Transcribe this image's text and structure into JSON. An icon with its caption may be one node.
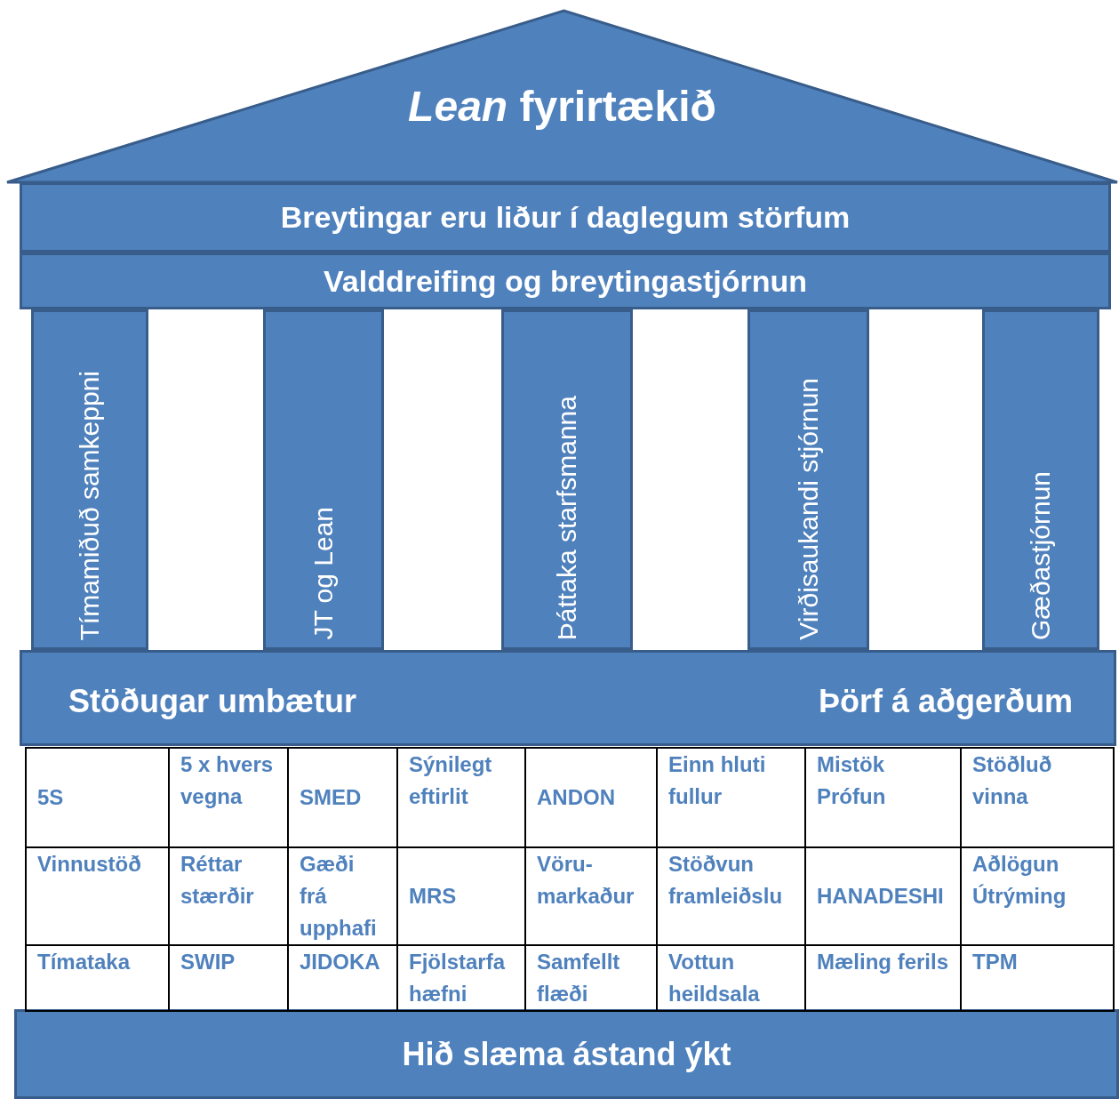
{
  "diagram": {
    "nodes": [
      {
        "text": [
          "*Lean* fyrirtækið"
        ]
      },
      {
        "text": [
          "Breytingar eru liður í daglegum störfum"
        ]
      },
      {
        "text": [
          "Valddreifing og breytingastjórnun"
        ]
      },
      {
        "text": [
          "Tímamiðuð samkeppni"
        ]
      },
      {
        "text": [
          "JT og Lean"
        ]
      },
      {
        "text": [
          "Þáttaka starfsmanna"
        ]
      },
      {
        "text": [
          "Virðisaukandi stjórnun"
        ]
      },
      {
        "text": [
          "Gæðastjórnun"
        ]
      },
      {
        "text": [
          "Stöðugar umbætur",
          "Þörf á aðgerðum"
        ]
      },
      {
        "text": [
          "Hið slæma ástand ýkt"
        ]
      }
    ],
    "labels": [
      "5S",
      "5 x hvers vegna",
      "SMED",
      "Sýnilegt eftirlit",
      "ANDON",
      "Einn hluti fullur",
      "Mistök Prófun",
      "Stöðluð vinna",
      "Vinnustöð",
      "Réttar stærðir",
      "Gæði frá upphafi",
      "MRS",
      "Vöru-markaður",
      "Stöðvun framleiðslu",
      "HANADESHI",
      "Aðlögun Útrýming",
      "Tímataka",
      "SWIP",
      "JIDOKA",
      "Fjölstarfa hæfni",
      "Samfellt flæði",
      "Vottun heildsala",
      "Mæling ferils",
      "TPM"
    ]
  }
}
